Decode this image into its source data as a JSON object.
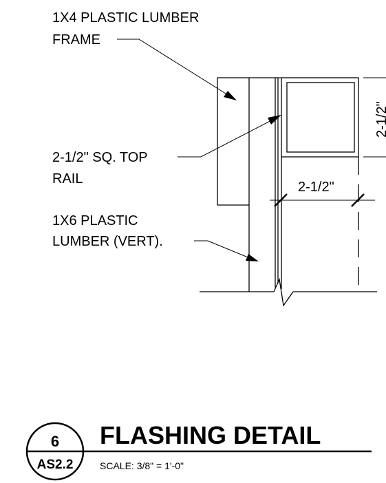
{
  "notes": {
    "frame_line1": "1X4 PLASTIC LUMBER",
    "frame_line2": "FRAME",
    "rail_line1": "2-1/2\" SQ. TOP",
    "rail_line2": "RAIL",
    "vert_line1": "1X6 PLASTIC",
    "vert_line2": "LUMBER (VERT)."
  },
  "dimensions": {
    "rail_width": "2-1/2\"",
    "rail_height": "2-1/2\""
  },
  "title_block": {
    "detail_number": "6",
    "sheet_number": "AS2.2",
    "title": "FLASHING DETAIL",
    "scale": "SCALE:  3/8\" = 1'-0\""
  }
}
